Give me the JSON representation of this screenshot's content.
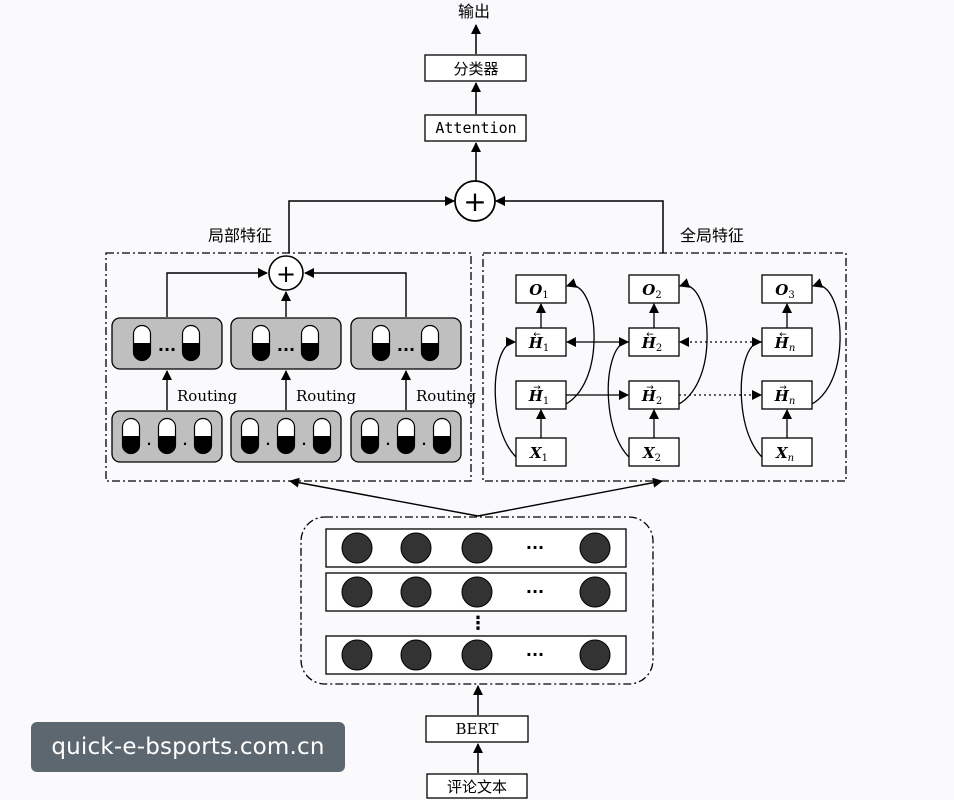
{
  "output_label": "输出",
  "classifier_label": "分类器",
  "attention_label": "Attention",
  "plus_symbol": "+",
  "local_features_label": "局部特征",
  "global_features_label": "全局特征",
  "routing_label": "Routing",
  "capsule_dots": "···",
  "bert_label": "BERT",
  "input_text_label": "评论文本",
  "embedding_dots": "···",
  "vertical_dots": "⋮",
  "hidden_dots": "·····",
  "rnn_nodes": {
    "outputs": [
      {
        "main": "O",
        "sub": "1"
      },
      {
        "main": "O",
        "sub": "2"
      },
      {
        "main": "O",
        "sub": "3"
      }
    ],
    "backward": [
      {
        "main": "H",
        "sub": "1",
        "arrow": "←"
      },
      {
        "main": "H",
        "sub": "2",
        "arrow": "←"
      },
      {
        "main": "H",
        "sub": "n",
        "arrow": "←"
      }
    ],
    "forward": [
      {
        "main": "H",
        "sub": "1",
        "arrow": "→"
      },
      {
        "main": "H",
        "sub": "2",
        "arrow": "→"
      },
      {
        "main": "H",
        "sub": "n",
        "arrow": "→"
      }
    ],
    "inputs": [
      {
        "main": "X",
        "sub": "1"
      },
      {
        "main": "X",
        "sub": "2"
      },
      {
        "main": "X",
        "sub": "n"
      }
    ]
  },
  "watermark_text": "quick-e-bsports.com.cn"
}
